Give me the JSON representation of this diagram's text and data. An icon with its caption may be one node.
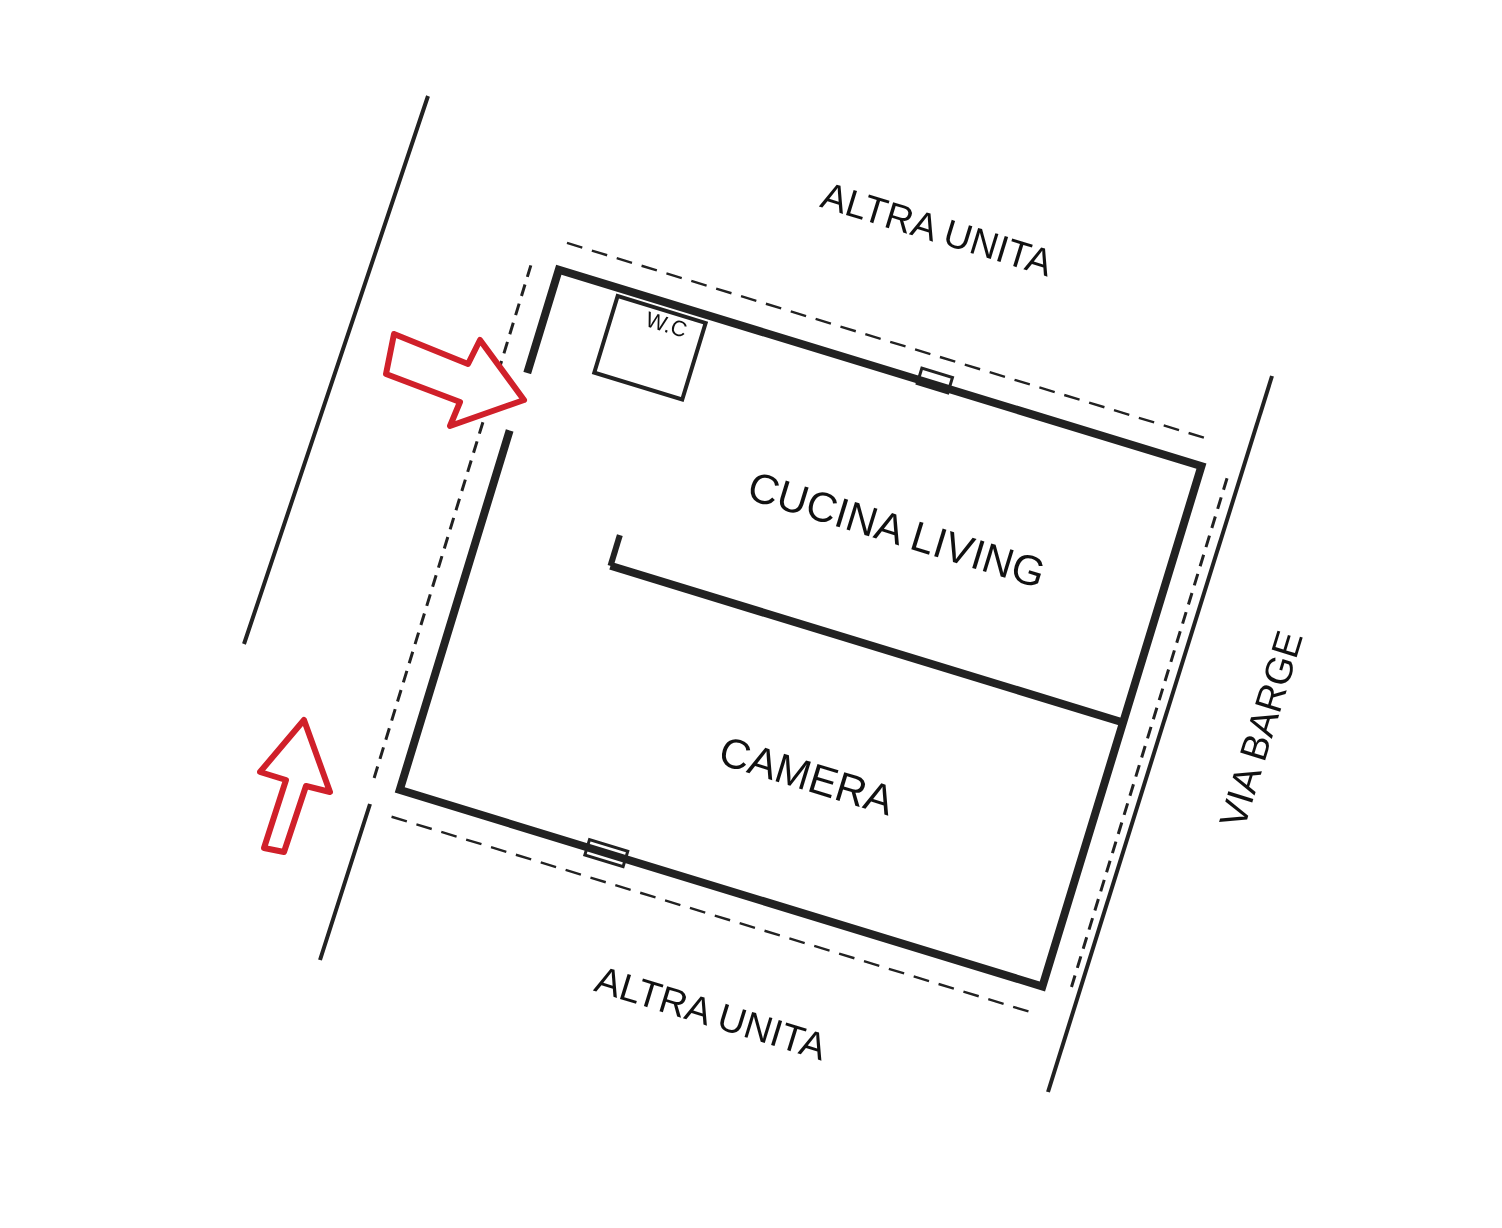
{
  "diagram": {
    "labels": [
      "ALTRA UNITA",
      "W.C",
      "CUCINA LIVING",
      "VIA BARGE",
      "CAMERA",
      "ALTRA UNITA"
    ]
  }
}
